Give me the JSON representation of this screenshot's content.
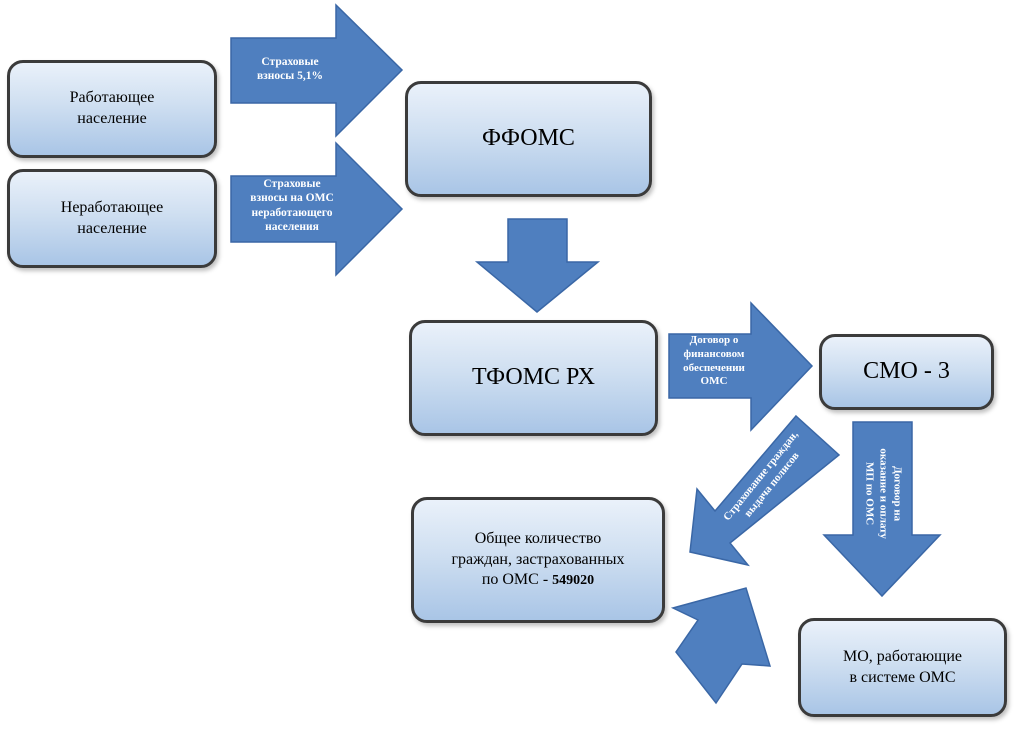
{
  "colors": {
    "arrow_fill": "#4f7fbf",
    "arrow_stroke": "#3a67a6",
    "box_border": "#3b3b3b",
    "label_text": "#ffffff"
  },
  "nodes": {
    "working": "Работающее\nнаселение",
    "nonworking": "Неработающее\nнаселение",
    "ffoms": "ФФОМС",
    "tfoms": "ТФОМС РХ",
    "smo": "СМО - 3",
    "insured_prefix": "Общее количество\nграждан, застрахованных\nпо ОМС - ",
    "insured_count": "549020",
    "mo": "МО, работающие\nв системе ОМС"
  },
  "arrows": {
    "contrib_working": "Страховые\nвзносы 5,1%",
    "contrib_nonworking": "Страховые\nвзносы на ОМС\nнеработающего\nнаселения",
    "funding_contract": "Договор о\nфинансовом\nобеспечении\nОМС",
    "insurance_policies": "Страхование граждан,\nвыдача полисов",
    "care_contract": "Договор на\nоказание и оплату\nМП по ОМС"
  }
}
